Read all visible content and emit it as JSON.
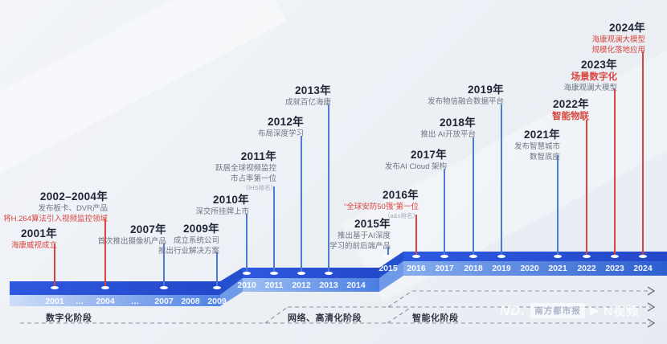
{
  "colors": {
    "band_top_blue": "#2b52d8",
    "band_front_light": "#cfdef8",
    "band_front_dark": "#2c5ecf",
    "connector_blue": "#4d7cd6",
    "accent_red": "#d9453e",
    "title_text": "#1d2433",
    "desc_text": "#6e7681",
    "stage_dash": "#8b919c"
  },
  "events": {
    "e2001": {
      "title": "2001年",
      "d1": "海康威视成立"
    },
    "e2004": {
      "title": "2002–2004年",
      "d1": "发布板卡、DVR产品",
      "d2": "将H.264算法引入视频监控领域"
    },
    "e2007": {
      "title": "2007年",
      "d1": "首次推出摄像机产品"
    },
    "e2009": {
      "title": "2009年",
      "d1": "成立系统公司",
      "d2": "推出行业解决方案"
    },
    "e2010": {
      "title": "2010年",
      "d1": "深交所挂牌上市"
    },
    "e2011": {
      "title": "2011年",
      "d1": "跃居全球视频监控",
      "d2": "市占率第一位",
      "note": "（IHS排名）"
    },
    "e2012": {
      "title": "2012年",
      "d1": "布局深度学习"
    },
    "e2013": {
      "title": "2013年",
      "d1": "成就百亿海康"
    },
    "e2015": {
      "title": "2015年",
      "d1": "推出基于AI深度",
      "d2": "学习的前后端产品"
    },
    "e2016": {
      "title": "2016年",
      "d1": "“全球安防50强”第一位",
      "note": "（a&s排名）"
    },
    "e2017": {
      "title": "2017年",
      "d1": "发布AI Cloud 架构"
    },
    "e2018": {
      "title": "2018年",
      "d1": "推出 AI开放平台"
    },
    "e2019": {
      "title": "2019年",
      "d1": "发布物信融合数据平台"
    },
    "e2021": {
      "title": "2021年",
      "d1": "发布智慧城市",
      "d2": "数智底座"
    },
    "e2022": {
      "title": "2022年",
      "d1": "智能物联"
    },
    "e2023": {
      "title": "2023年",
      "d1": "场景数字化",
      "d2": "海康观澜大模型"
    },
    "e2024": {
      "title": "2024年",
      "d1": "海康观澜大模型",
      "d2": "规模化落地应用"
    }
  },
  "band": {
    "lower": {
      "years": [
        "2001",
        "…",
        "2004",
        "…",
        "2007",
        "2008",
        "2009"
      ]
    },
    "middle": {
      "years": [
        "2010",
        "2011",
        "2012",
        "2013",
        "2014"
      ]
    },
    "upper": {
      "years": [
        "2015",
        "2016",
        "2017",
        "2018",
        "2019",
        "2020",
        "2021",
        "2022",
        "2023",
        "2024"
      ]
    }
  },
  "stages": {
    "s1": "数字化阶段",
    "s2": "网络、高清化阶段",
    "s3": "智能化阶段"
  },
  "watermark": {
    "brand": "ND.",
    "paper": "南方都市报",
    "play": "▶",
    "video": "N视频"
  }
}
